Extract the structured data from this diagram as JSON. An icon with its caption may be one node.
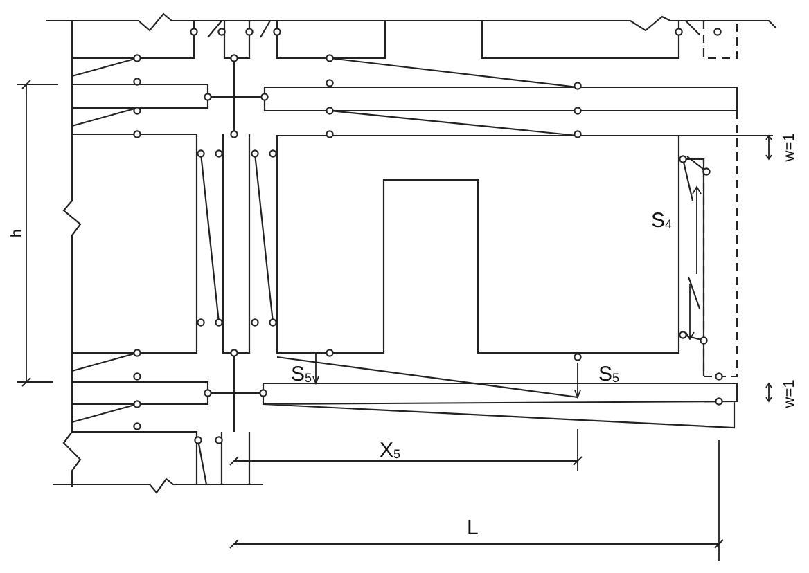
{
  "diagram": {
    "labels": [
      "h",
      "S$_{4}$",
      "S$_{5}$",
      "S$_{5}$",
      "X$_{5}$",
      "L",
      "w=1",
      "w=1"
    ]
  }
}
